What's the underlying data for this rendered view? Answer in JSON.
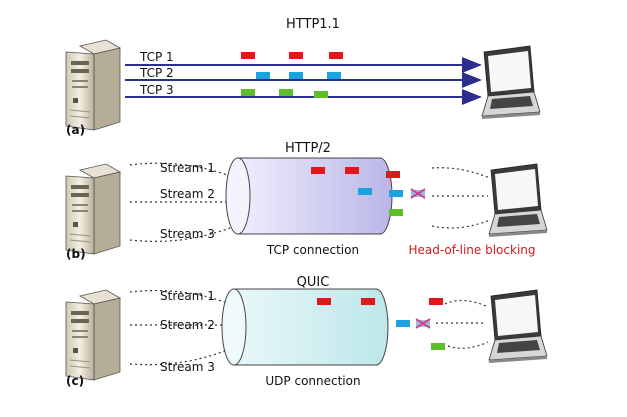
{
  "panel_a": {
    "label": "(a)",
    "title": "HTTP1.1",
    "lines": [
      "TCP 1",
      "TCP 2",
      "TCP 3"
    ]
  },
  "panel_b": {
    "label": "(b)",
    "title": "HTTP/2",
    "streams": [
      "Stream 1",
      "Stream 2",
      "Stream 3"
    ],
    "caption": "TCP connection",
    "blocking_note": "Head-of-line blocking"
  },
  "panel_c": {
    "label": "(c)",
    "title": "QUIC",
    "streams": [
      "Stream 1",
      "Stream 2",
      "Stream 3"
    ],
    "caption": "UDP connection"
  },
  "colors": {
    "arrow": "#2b2f8c",
    "packet_red": "#e3161c",
    "packet_blue": "#1aa3e0",
    "packet_green": "#5cbf2a",
    "pipe_tcp": "#c4c2ec",
    "pipe_udp": "#bfe8ea",
    "note_red": "#d11a1a",
    "lost_x": "#d33a8a"
  },
  "icons": [
    "server-icon",
    "laptop-icon"
  ]
}
